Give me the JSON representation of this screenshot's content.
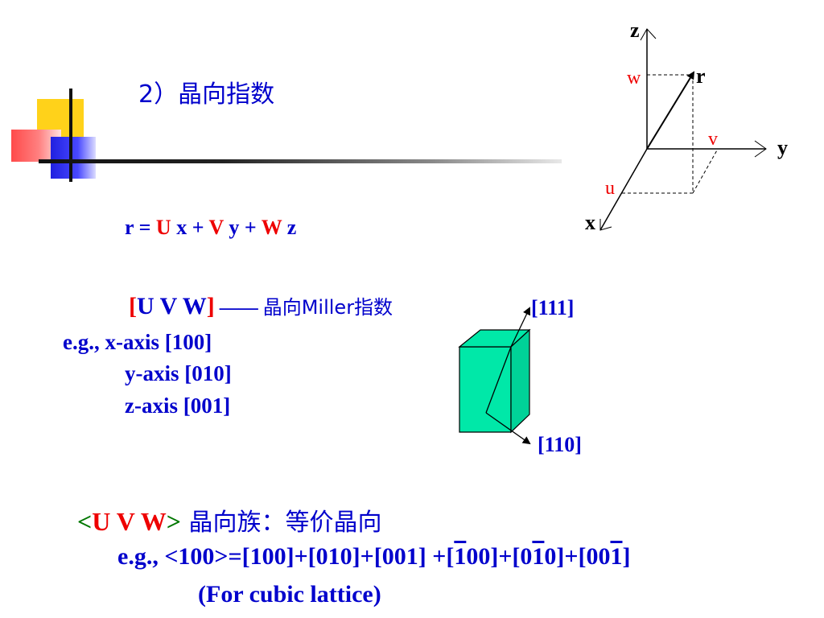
{
  "title": "2）晶向指数",
  "equation": {
    "r": "r",
    "eq": " = ",
    "U": "U",
    "x": " x + ",
    "V": "V",
    "y": " y + ",
    "W": "W",
    "z": " z"
  },
  "notation": {
    "bracket_open": "[",
    "uvw": "U V W",
    "bracket_close": "]",
    "dash": " —— ",
    "label": "晶向Miller指数"
  },
  "examples": {
    "prefix": "e.g.,  ",
    "x_axis": "x-axis  [100]",
    "y_axis": "y-axis  [010]",
    "z_axis": "z-axis  [001]"
  },
  "axes_diagram": {
    "z": "z",
    "y": "y",
    "x": "x",
    "r": "r",
    "u": "u",
    "v": "v",
    "w": "w"
  },
  "cube_diagram": {
    "dir1": "[111]",
    "dir2": "[110]",
    "face_color": "#00e8a8"
  },
  "family": {
    "open": "<",
    "uvw": "U V W",
    "close": ">",
    "label": " 晶向族：等价晶向"
  },
  "family_example": {
    "p1": "e.g., <100>=[100]+[010]+[001] +[",
    "b1": "1",
    "p2": "00]+[0",
    "b2": "1",
    "p3": "0]+[00",
    "b3": "1",
    "p4": "]"
  },
  "note": "(For cubic lattice)",
  "colors": {
    "text_blue": "#0000cc",
    "accent_red": "#ee0000",
    "family_green": "#007700"
  }
}
